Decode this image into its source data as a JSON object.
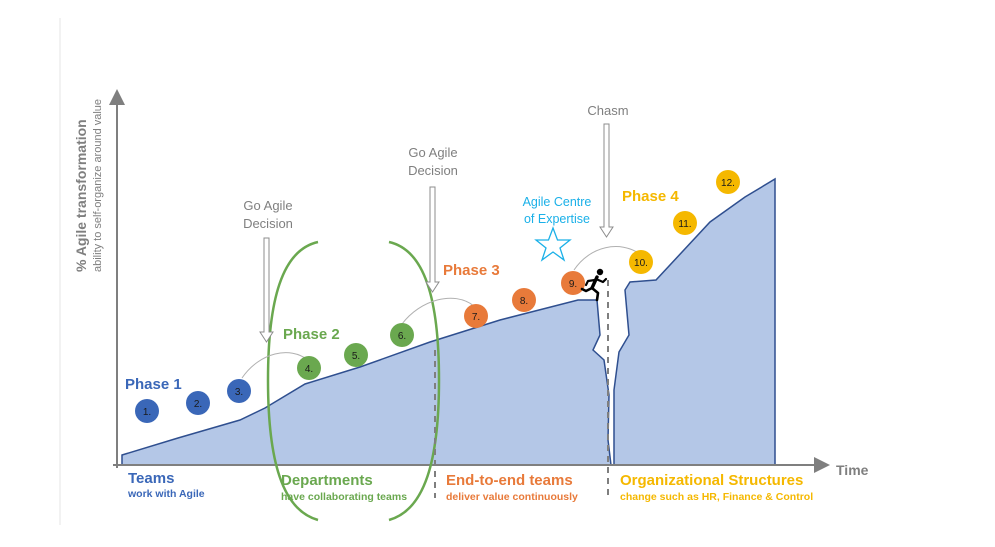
{
  "axis": {
    "y_title": "% Agile transformation",
    "y_subtitle": "ability to self-organize around value",
    "x_title": "Time"
  },
  "decisions": {
    "first": [
      "Go Agile",
      "Decision"
    ],
    "second": [
      "Go Agile",
      "Decision"
    ],
    "chasm": "Chasm"
  },
  "centre_of_expertise": [
    "Agile Centre",
    "of Expertise"
  ],
  "phases": [
    {
      "label": "Phase 1",
      "color": "#3a67b8"
    },
    {
      "label": "Phase 2",
      "color": "#6aa84f"
    },
    {
      "label": "Phase 3",
      "color": "#e87a3a"
    },
    {
      "label": "Phase 4",
      "color": "#f5b800"
    }
  ],
  "steps": [
    "1.",
    "2.",
    "3.",
    "4.",
    "5.",
    "6.",
    "7.",
    "8.",
    "9.",
    "10.",
    "11.",
    "12."
  ],
  "categories": [
    {
      "title": "Teams",
      "subtitle": "work with Agile"
    },
    {
      "title": "Departments",
      "subtitle": "have collaborating teams"
    },
    {
      "title": "End-to-end teams",
      "subtitle": "deliver value continuously"
    },
    {
      "title": "Organizational Structures",
      "subtitle": "change such as HR, Finance & Control"
    }
  ],
  "colors": {
    "area_fill": "#b4c7e7",
    "area_stroke": "#2f4f8f",
    "axis": "#7f7f7f",
    "centre_star": "#1ab0e8"
  },
  "icons": {
    "runner": "running-person-icon",
    "star": "star-icon"
  }
}
